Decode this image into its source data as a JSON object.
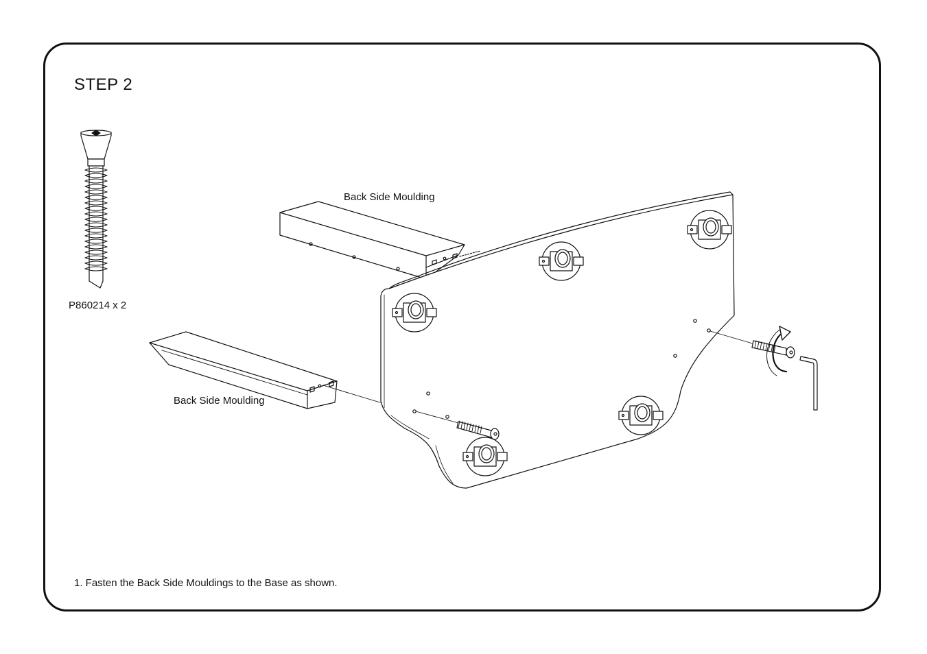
{
  "step": {
    "title": "STEP 2"
  },
  "hardware": {
    "part_code": "P860214 x 2"
  },
  "labels": {
    "top_moulding": "Back Side Moulding",
    "bottom_moulding": "Back Side Moulding"
  },
  "instruction": {
    "text": "1. Fasten the Back Side Mouldings to the Base as shown."
  },
  "icons": [
    "bolt-icon",
    "allen-key-icon",
    "rotate-arrow-icon",
    "caster-icon"
  ]
}
